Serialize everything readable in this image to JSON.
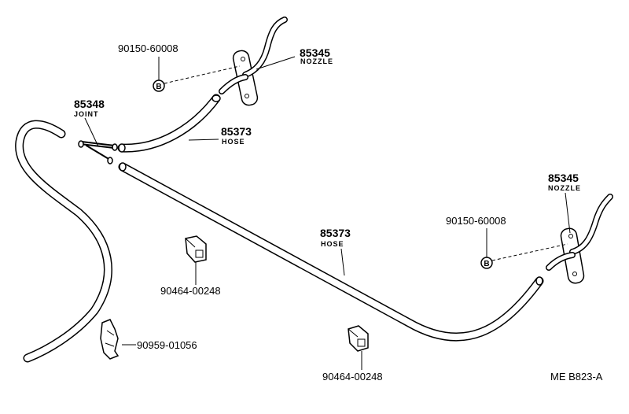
{
  "parts": {
    "nozzle_top": {
      "number": "85345",
      "name": "NOZZLE"
    },
    "screw_top": {
      "number": "90150-60008",
      "marker": "B"
    },
    "joint": {
      "number": "85348",
      "name": "JOINT"
    },
    "hose_short": {
      "number": "85373",
      "name": "HOSE"
    },
    "hose_long": {
      "number": "85373",
      "name": "HOSE"
    },
    "nozzle_right": {
      "number": "85345",
      "name": "NOZZLE"
    },
    "screw_right": {
      "number": "90150-60008",
      "marker": "B"
    },
    "clamp_left": {
      "number": "90464-00248"
    },
    "clip": {
      "number": "90959-01056"
    },
    "clamp_bottom": {
      "number": "90464-00248"
    }
  },
  "diagram_code": "ME B823-A"
}
